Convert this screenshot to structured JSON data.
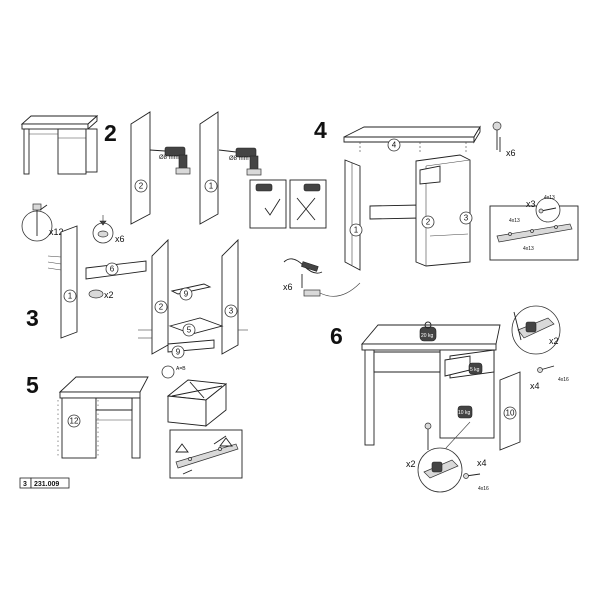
{
  "steps": {
    "s2": "2",
    "s3": "3",
    "s4": "4",
    "s5": "5",
    "s6": "6"
  },
  "parts": {
    "p1": "1",
    "p2": "2",
    "p3": "3",
    "p4": "4",
    "p5": "5",
    "p6": "6",
    "p9": "9",
    "p10": "10",
    "p12": "12"
  },
  "labels": {
    "drill_a": "Ø8 mm",
    "drill_b": "Ø8 mm",
    "x12": "x12",
    "x6_cam": "x6",
    "x2_dowel": "x2",
    "x6_hammer": "x6",
    "x6_top": "x6",
    "x3": "x3",
    "screw_4x13_a": "4x13",
    "screw_4x13_b": "4x13",
    "screw_4x13_c": "4x13",
    "ab": "A=B",
    "w20kg": "20 kg",
    "w5kg": "5 kg",
    "w10kg": "10 kg",
    "x2_hinge_a": "x2",
    "x4_a": "x4",
    "screw_4x16_a": "4x16",
    "x2_hinge_b": "x2",
    "x4_b": "x4",
    "screw_4x16_b": "4x16"
  },
  "footer": {
    "page": "3",
    "code": "231.009"
  }
}
